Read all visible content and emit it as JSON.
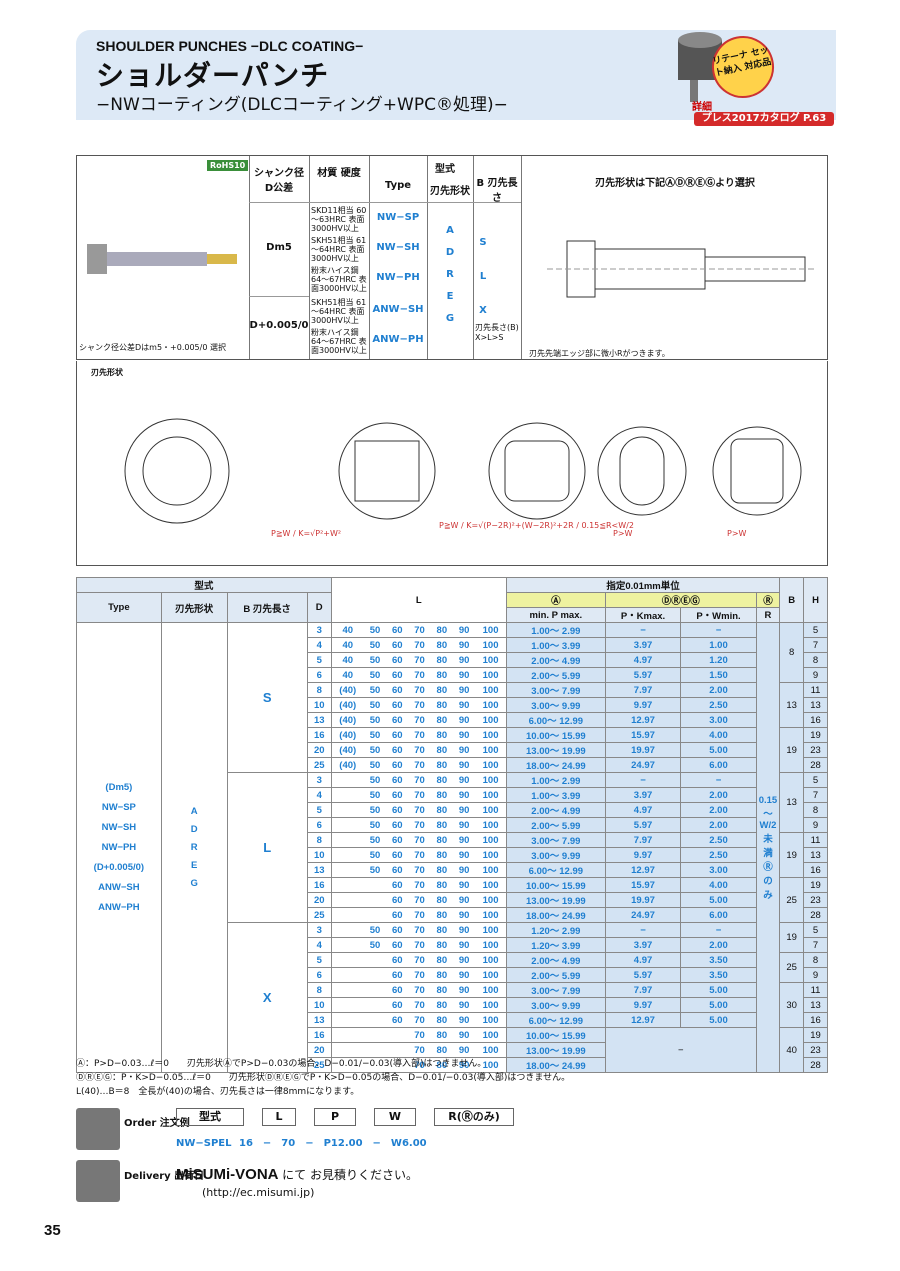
{
  "header": {
    "en": "SHOULDER PUNCHES −DLC COATING−",
    "ja": "ショルダーパンチ",
    "sub": "−NWコーティング(DLCコーティング+WPC®処理)−",
    "retainer": "リテーナ セット納入 対応品",
    "detail": "詳細",
    "catalog": "プレス2017カタログ P.63"
  },
  "spec": {
    "rohs": "RoHS10",
    "col_shank": "シャンク径 D公差",
    "col_mat": "材質 硬度",
    "col_type": "型式",
    "col_type_en": "Type",
    "col_shape": "刃先形状",
    "col_blen": "B 刃先長さ",
    "col_right": "刃先形状は下記ⒶⒹⓇⒺⒼより選択",
    "shank_note": "シャンク径公差Dはm5・+0.005/0 選択",
    "dm5": "Dm5",
    "d005": "D+0.005/0",
    "rows": [
      {
        "mat": "SKD11相当 60～63HRC 表面3000HV以上",
        "type": "NW−SP"
      },
      {
        "mat": "SKH51相当 61～64HRC 表面3000HV以上",
        "type": "NW−SH"
      },
      {
        "mat": "粉末ハイス鋼 64～67HRC 表面3000HV以上",
        "type": "NW−PH"
      },
      {
        "mat": "SKH51相当 61～64HRC 表面3000HV以上",
        "type": "ANW−SH"
      },
      {
        "mat": "粉末ハイス鋼 64～67HRC 表面3000HV以上",
        "type": "ANW−PH"
      }
    ],
    "shapes": [
      "A",
      "D",
      "R",
      "E",
      "G"
    ],
    "blens": [
      "S",
      "L",
      "X"
    ],
    "blen_note": "刃先長さ(B) X>L>S",
    "edge_note": "刃先先端エッジ部に微小Rがつきます。"
  },
  "shapesec": {
    "title": "刃先形状",
    "notes_d": "P≧W / K=√P²+W²",
    "notes_r": "P≧W / K=√(P−2R)²+(W−2R)²+2R / 0.15≦R<W/2",
    "notes_e": "P>W",
    "notes_g": "P>W"
  },
  "table": {
    "h_type": "型式",
    "h_unit": "指定0.01mm単位",
    "h_typeen": "Type",
    "h_shape": "刃先形状",
    "h_blen": "B 刃先長さ",
    "h_D": "D",
    "h_L": "L",
    "h_A": "Ⓐ",
    "h_DREG": "ⒹⓇⒺⒼ",
    "h_R": "Ⓡ",
    "h_B": "B",
    "h_H": "H",
    "h_minmax": "min. P max.",
    "h_kmax": "P・Kmax.",
    "h_wmin": "P・Wmin.",
    "h_r2": "R",
    "types": [
      "(Dm5)",
      "NW−SP",
      "NW−SH",
      "NW−PH",
      "(D+0.005/0)",
      "ANW−SH",
      "ANW−PH"
    ],
    "rvalue": "0.15～W/2未満 Ⓡのみ",
    "groups": [
      {
        "b": "S",
        "rows": [
          [
            "3",
            "40",
            "50",
            "60",
            "70",
            "80",
            "90",
            "100",
            "1.00～ 2.99",
            "−",
            "−",
            "8",
            "5"
          ],
          [
            "4",
            "40",
            "50",
            "60",
            "70",
            "80",
            "90",
            "100",
            "1.00～ 3.99",
            "3.97",
            "1.00",
            "",
            "7"
          ],
          [
            "5",
            "40",
            "50",
            "60",
            "70",
            "80",
            "90",
            "100",
            "2.00～ 4.99",
            "4.97",
            "1.20",
            "",
            "8"
          ],
          [
            "6",
            "40",
            "50",
            "60",
            "70",
            "80",
            "90",
            "100",
            "2.00～ 5.99",
            "5.97",
            "1.50",
            "",
            "9"
          ],
          [
            "8",
            "(40)",
            "50",
            "60",
            "70",
            "80",
            "90",
            "100",
            "3.00～ 7.99",
            "7.97",
            "2.00",
            "13",
            "11"
          ],
          [
            "10",
            "(40)",
            "50",
            "60",
            "70",
            "80",
            "90",
            "100",
            "3.00～ 9.99",
            "9.97",
            "2.50",
            "",
            "13"
          ],
          [
            "13",
            "(40)",
            "50",
            "60",
            "70",
            "80",
            "90",
            "100",
            "6.00～ 12.99",
            "12.97",
            "3.00",
            "",
            "16"
          ],
          [
            "16",
            "(40)",
            "50",
            "60",
            "70",
            "80",
            "90",
            "100",
            "10.00～ 15.99",
            "15.97",
            "4.00",
            "19",
            "19"
          ],
          [
            "20",
            "(40)",
            "50",
            "60",
            "70",
            "80",
            "90",
            "100",
            "13.00～ 19.99",
            "19.97",
            "5.00",
            "",
            "23"
          ],
          [
            "25",
            "(40)",
            "50",
            "60",
            "70",
            "80",
            "90",
            "100",
            "18.00～ 24.99",
            "24.97",
            "6.00",
            "",
            "28"
          ]
        ]
      },
      {
        "b": "L",
        "rows": [
          [
            "3",
            "",
            "50",
            "60",
            "70",
            "80",
            "90",
            "100",
            "1.00～ 2.99",
            "−",
            "−",
            "13",
            "5"
          ],
          [
            "4",
            "",
            "50",
            "60",
            "70",
            "80",
            "90",
            "100",
            "1.00～ 3.99",
            "3.97",
            "2.00",
            "",
            "7"
          ],
          [
            "5",
            "",
            "50",
            "60",
            "70",
            "80",
            "90",
            "100",
            "2.00～ 4.99",
            "4.97",
            "2.00",
            "",
            "8"
          ],
          [
            "6",
            "",
            "50",
            "60",
            "70",
            "80",
            "90",
            "100",
            "2.00～ 5.99",
            "5.97",
            "2.00",
            "",
            "9"
          ],
          [
            "8",
            "",
            "50",
            "60",
            "70",
            "80",
            "90",
            "100",
            "3.00～ 7.99",
            "7.97",
            "2.50",
            "19",
            "11"
          ],
          [
            "10",
            "",
            "50",
            "60",
            "70",
            "80",
            "90",
            "100",
            "3.00～ 9.99",
            "9.97",
            "2.50",
            "",
            "13"
          ],
          [
            "13",
            "",
            "50",
            "60",
            "70",
            "80",
            "90",
            "100",
            "6.00～ 12.99",
            "12.97",
            "3.00",
            "",
            "16"
          ],
          [
            "16",
            "",
            "",
            "60",
            "70",
            "80",
            "90",
            "100",
            "10.00～ 15.99",
            "15.97",
            "4.00",
            "25",
            "19"
          ],
          [
            "20",
            "",
            "",
            "60",
            "70",
            "80",
            "90",
            "100",
            "13.00～ 19.99",
            "19.97",
            "5.00",
            "",
            "23"
          ],
          [
            "25",
            "",
            "",
            "60",
            "70",
            "80",
            "90",
            "100",
            "18.00～ 24.99",
            "24.97",
            "6.00",
            "",
            "28"
          ]
        ]
      },
      {
        "b": "X",
        "rows": [
          [
            "3",
            "",
            "50",
            "60",
            "70",
            "80",
            "90",
            "100",
            "1.20～ 2.99",
            "−",
            "−",
            "19",
            "5"
          ],
          [
            "4",
            "",
            "50",
            "60",
            "70",
            "80",
            "90",
            "100",
            "1.20～ 3.99",
            "3.97",
            "2.00",
            "",
            "7"
          ],
          [
            "5",
            "",
            "",
            "60",
            "70",
            "80",
            "90",
            "100",
            "2.00～ 4.99",
            "4.97",
            "3.50",
            "25",
            "8"
          ],
          [
            "6",
            "",
            "",
            "60",
            "70",
            "80",
            "90",
            "100",
            "2.00～ 5.99",
            "5.97",
            "3.50",
            "",
            "9"
          ],
          [
            "8",
            "",
            "",
            "60",
            "70",
            "80",
            "90",
            "100",
            "3.00～ 7.99",
            "7.97",
            "5.00",
            "30",
            "11"
          ],
          [
            "10",
            "",
            "",
            "60",
            "70",
            "80",
            "90",
            "100",
            "3.00～ 9.99",
            "9.97",
            "5.00",
            "",
            "13"
          ],
          [
            "13",
            "",
            "",
            "60",
            "70",
            "80",
            "90",
            "100",
            "6.00～ 12.99",
            "12.97",
            "5.00",
            "",
            "16"
          ],
          [
            "16",
            "",
            "",
            "",
            "70",
            "80",
            "90",
            "100",
            "10.00～ 15.99",
            "−",
            "",
            "40",
            "19"
          ],
          [
            "20",
            "",
            "",
            "",
            "70",
            "80",
            "90",
            "100",
            "13.00～ 19.99",
            "",
            "",
            "",
            "23"
          ],
          [
            "25",
            "",
            "",
            "",
            "70",
            "80",
            "90",
            "100",
            "18.00～ 24.99",
            "",
            "",
            "",
            "28"
          ]
        ]
      }
    ]
  },
  "notes": [
    "Ⓐ：P>D−0.03…ℓ＝0　　刃先形状ⒶでP>D−0.03の場合、D−0.01/−0.03(導入部)はつきません。",
    "ⒹⓇⒺⒼ：P・K>D−0.05…ℓ＝0　　刃先形状ⒹⓇⒺⒼでP・K>D−0.05の場合、D−0.01/−0.03(導入部)はつきません。",
    "L(40)…B＝8　全長が(40)の場合、刃先長さは一律8mmになります。"
  ],
  "order": {
    "label": "Order 注文例",
    "boxes": [
      "型式",
      "L",
      "P",
      "W",
      "R(Ⓡのみ)"
    ],
    "example": "NW−SPEL 16　−　70　−　P12.00　−　W6.00"
  },
  "delivery": {
    "label": "Delivery 出荷日",
    "brand": "MiSUMi-VONA",
    "text": "にて お見積りください。",
    "url": "(http://ec.misumi.jp)"
  },
  "page": "35"
}
